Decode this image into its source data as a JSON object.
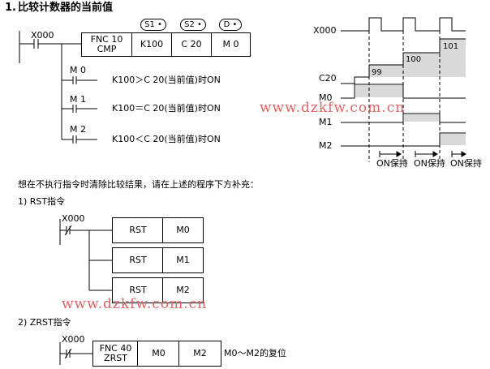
{
  "section": {
    "number": "1.",
    "title": "比较计数器的当前值"
  },
  "ladder1": {
    "contact": "X000",
    "box_fnc": "FNC 10\nCMP",
    "s1_tag": "S1",
    "s2_tag": "S2",
    "d_tag": "D",
    "s1_value": "K100",
    "s2_value": "C 20",
    "d_value": "M 0",
    "outputs": [
      {
        "coil": "M 0",
        "desc": "K100＞C 20(当前值)时ON"
      },
      {
        "coil": "M 1",
        "desc": "K100＝C 20(当前值)时ON"
      },
      {
        "coil": "M 2",
        "desc": "K100＜C 20(当前值)时ON"
      }
    ]
  },
  "timing": {
    "signals": [
      "X000",
      "C20",
      "M0",
      "M1",
      "M2"
    ],
    "counter_values": [
      "99",
      "100",
      "101"
    ],
    "hold_labels": [
      "ON保持",
      "ON保持",
      "ON保持"
    ]
  },
  "instruction_text": "想在不执行指令时清除比较结果，请在上述的程序下方补充：",
  "rst_section": {
    "heading": "1)  RST指令",
    "contact": "X000",
    "rows": [
      {
        "op": "RST",
        "dev": "M0"
      },
      {
        "op": "RST",
        "dev": "M1"
      },
      {
        "op": "RST",
        "dev": "M2"
      }
    ]
  },
  "zrst_section": {
    "heading": "2)  ZRST指令",
    "contact": "X000",
    "box_fnc": "FNC 40\nZRST",
    "d1": "M0",
    "d2": "M2",
    "note": "M0～M2的复位"
  },
  "watermark": "www.dzkfw.com.cn",
  "colors": {
    "watermark": "#e05b5b",
    "shade": "#d9d9d9"
  }
}
